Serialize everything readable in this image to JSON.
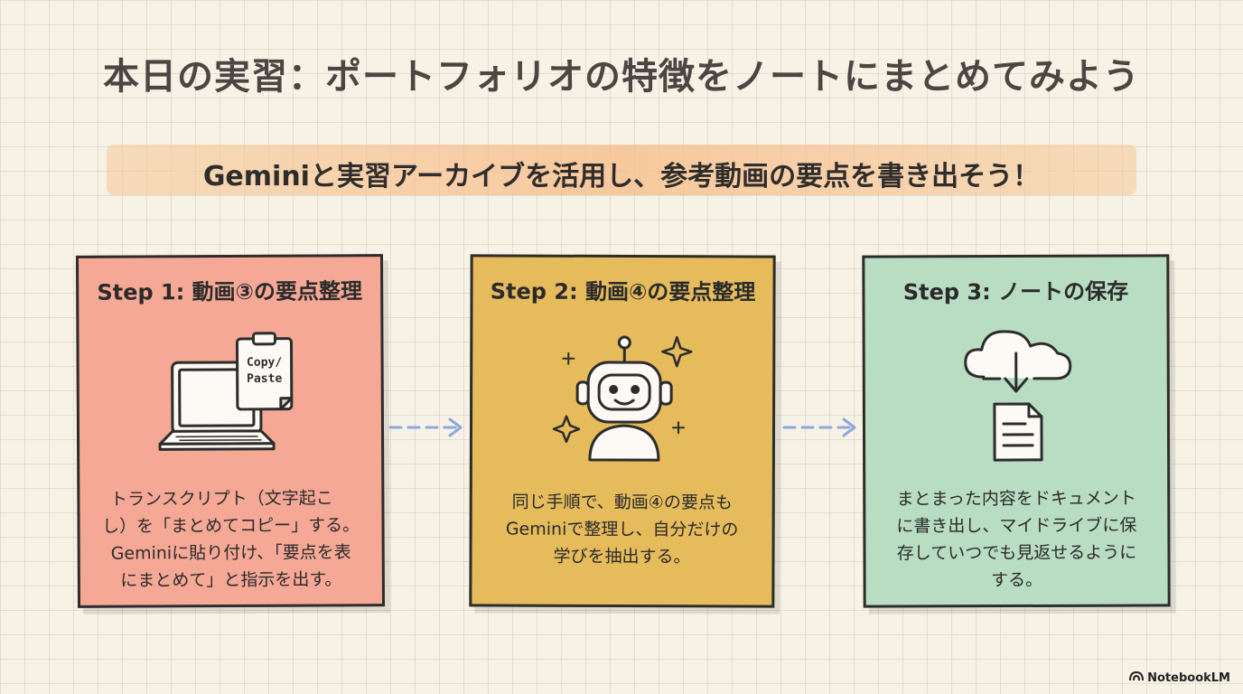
{
  "header": {
    "title": "本日の実習：ポートフォリオの特徴をノートにまとめてみよう",
    "subtitle": "Geminiと実習アーカイブを活用し、参考動画の要点を書き出そう！"
  },
  "steps": [
    {
      "title": "Step 1: 動画③の要点整理",
      "icon": "laptop-clipboard-icon",
      "icon_text_1": "Copy/",
      "icon_text_2": "Paste",
      "lines": [
        "トランスクリプト（文字起こ",
        "し）を「まとめてコピー」する。",
        "Geminiに貼り付け、「要点を表",
        "にまとめて」と指示を出す。"
      ],
      "color": "#f5a896"
    },
    {
      "title": "Step 2: 動画④の要点整理",
      "icon": "robot-icon",
      "lines": [
        "同じ手順で、動画④の要点も",
        "Geminiで整理し、自分だけの",
        "学びを抽出する。"
      ],
      "color": "#e5bb5c"
    },
    {
      "title": "Step 3: ノートの保存",
      "icon": "cloud-download-document-icon",
      "lines": [
        "まとまった内容をドキュメント",
        "に書き出し、マイドライブに保",
        "存していつでも見返せるように",
        "する。"
      ],
      "color": "#b9ddc2"
    }
  ],
  "badge": {
    "label": "NotebookLM"
  }
}
